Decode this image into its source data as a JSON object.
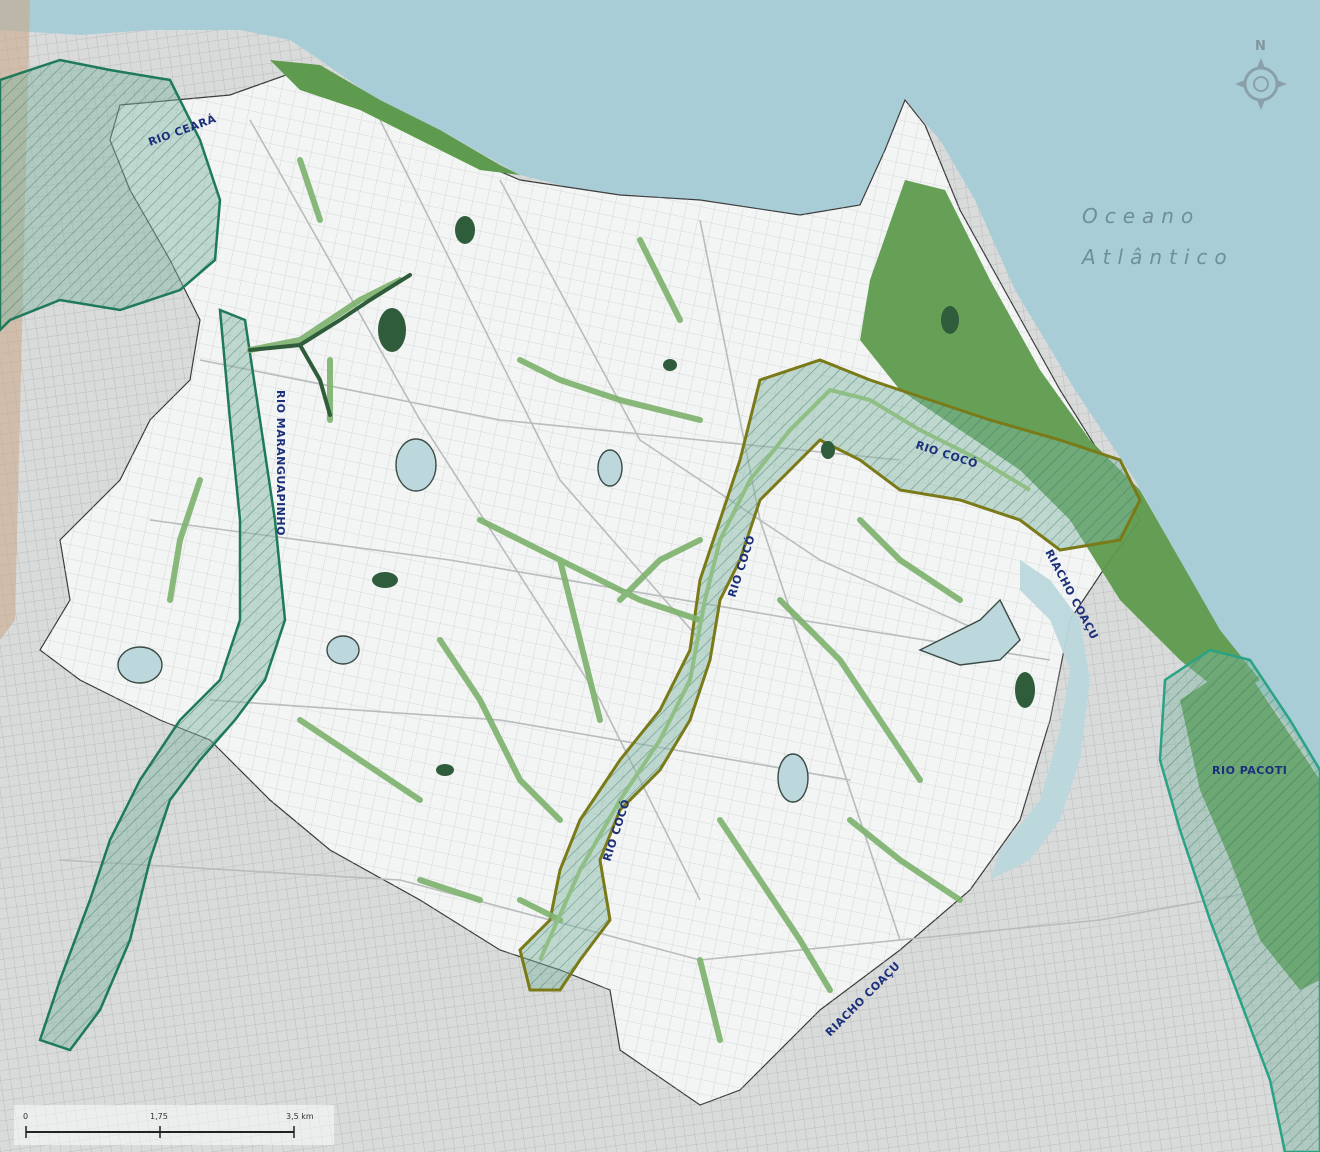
{
  "ocean": {
    "line1": "Oceano",
    "line2": "Atlântico"
  },
  "rivers": [
    {
      "id": "ceara",
      "label": "RIO CEARÁ"
    },
    {
      "id": "maranguapinho",
      "label": "RIO MARANGUAPINHO"
    },
    {
      "id": "coco-east",
      "label": "RIO COCÓ"
    },
    {
      "id": "coco-center",
      "label": "RIO COCÓ"
    },
    {
      "id": "coco-south",
      "label": "RIO COCÓ"
    },
    {
      "id": "coacu-east",
      "label": "RIACHO COAÇU"
    },
    {
      "id": "coacu-south",
      "label": "RIACHO COAÇU"
    },
    {
      "id": "pacoti",
      "label": "RIO PACOTI"
    }
  ],
  "scale_bar": {
    "start": "0",
    "mid": "1,75",
    "end": "3,5 km"
  },
  "north_arrow": {
    "label": "N"
  },
  "colors": {
    "ocean": "#a9cdd6",
    "city": "#f3f4f4",
    "outside": "#d9dbdb",
    "green_dark": "#2f5d3c",
    "green_mid": "#5e9b4e",
    "green_light": "#8fbf84",
    "water": "#bcd8dc",
    "protected_teal": "#1f7a5a",
    "coco_border": "#7a7a18"
  }
}
